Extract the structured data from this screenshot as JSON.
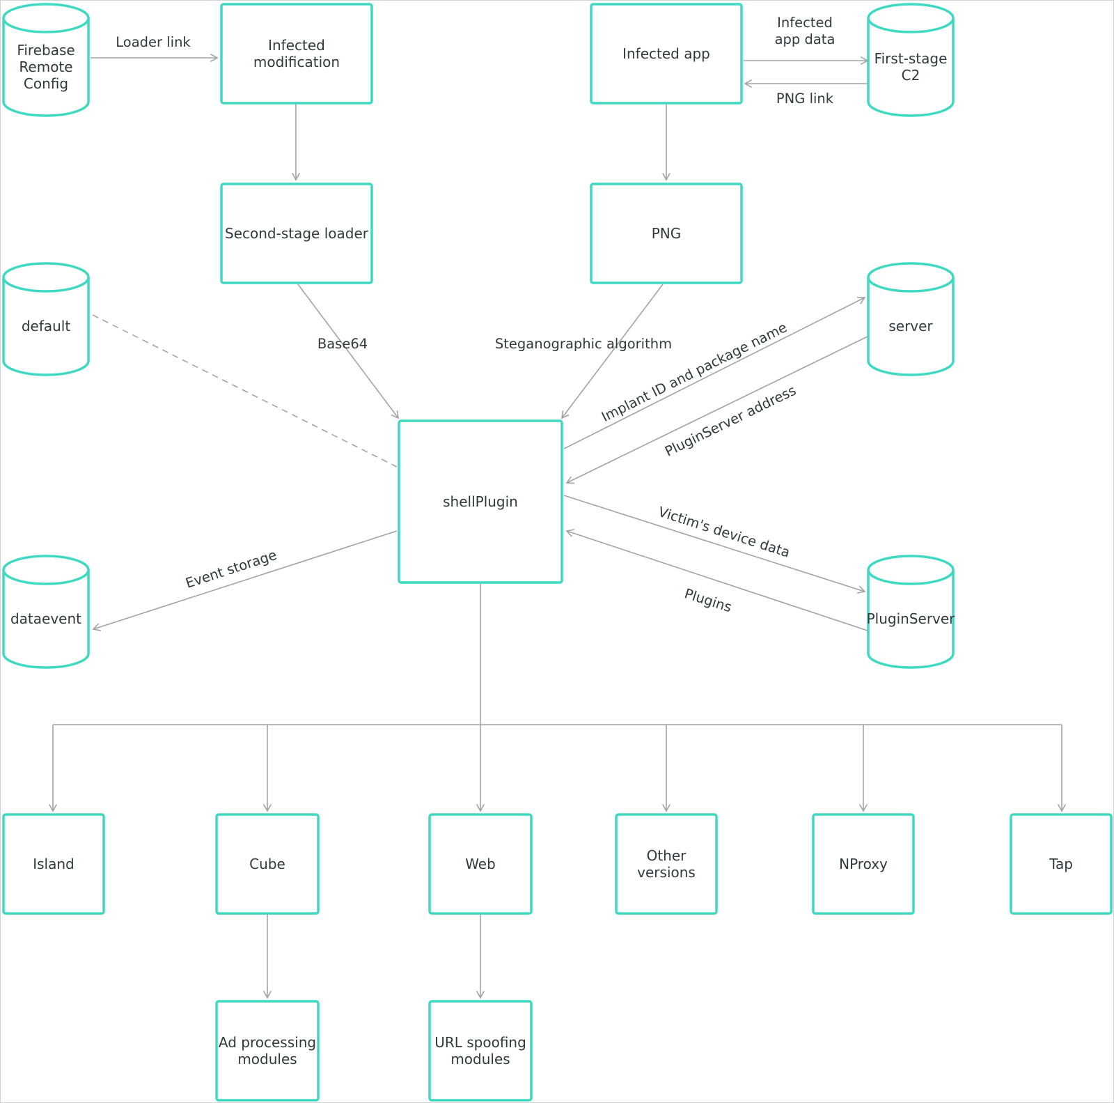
{
  "accent_color": "#3fd9c2",
  "line_color": "#9fa4a7",
  "text_color": "#2f3a3d",
  "nodes": {
    "firebase": "Firebase Remote Config",
    "infected_mod": "Infected modification",
    "infected_app": "Infected app",
    "first_c2": "First-stage C2",
    "second_loader": "Second-stage loader",
    "png": "PNG",
    "default_db": "default",
    "server_db": "server",
    "shellplugin": "shellPlugin",
    "dataevent_db": "dataevent",
    "pluginserver_db": "PluginServer",
    "island": "Island",
    "cube": "Cube",
    "web": "Web",
    "other_versions": "Other versions",
    "nproxy": "NProxy",
    "tap": "Tap",
    "ad_modules": "Ad processing modules",
    "url_modules": "URL spoofing modules"
  },
  "edge_labels": {
    "loader_link": "Loader link",
    "infected_app_data": "Infected app data",
    "png_link": "PNG link",
    "base64": "Base64",
    "stego": "Steganographic algorithm",
    "implant_id": "Implant ID and package name",
    "pluginserver_address": "PluginServer address",
    "victim_data": "Victim's device data",
    "plugins": "Plugins",
    "event_storage": "Event storage"
  }
}
